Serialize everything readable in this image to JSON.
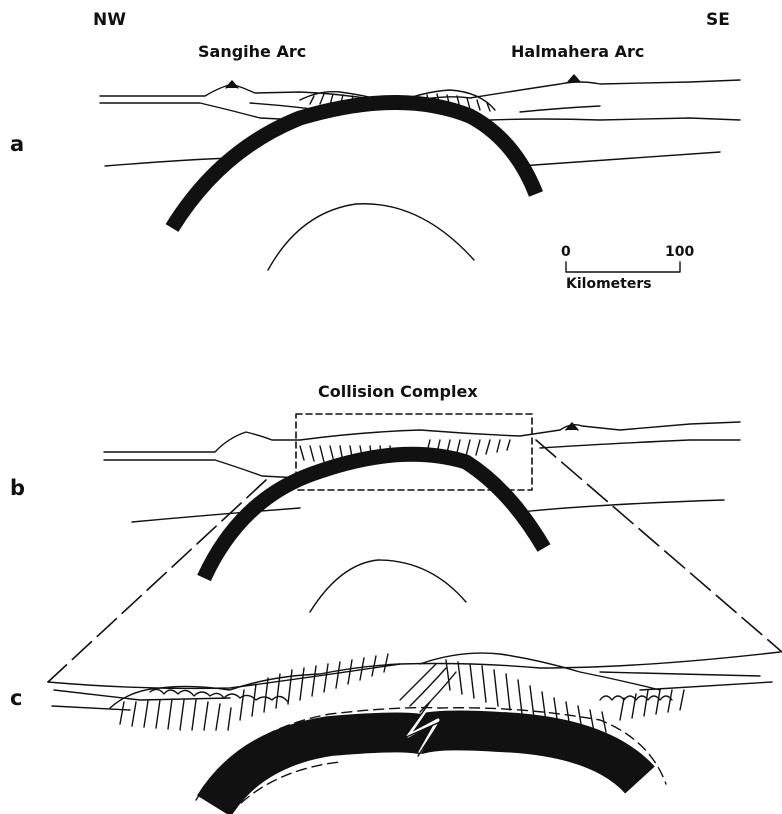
{
  "orientation": {
    "left": "NW",
    "right": "SE"
  },
  "arcs": {
    "left": "Sangihe Arc",
    "right": "Halmahera Arc"
  },
  "panels": [
    "a",
    "b",
    "c"
  ],
  "scale": {
    "start": "0",
    "end": "100",
    "unit": "Kilometers"
  },
  "box_label": "Collision Complex",
  "colors": {
    "ink": "#111111",
    "background": "#ffffff"
  }
}
